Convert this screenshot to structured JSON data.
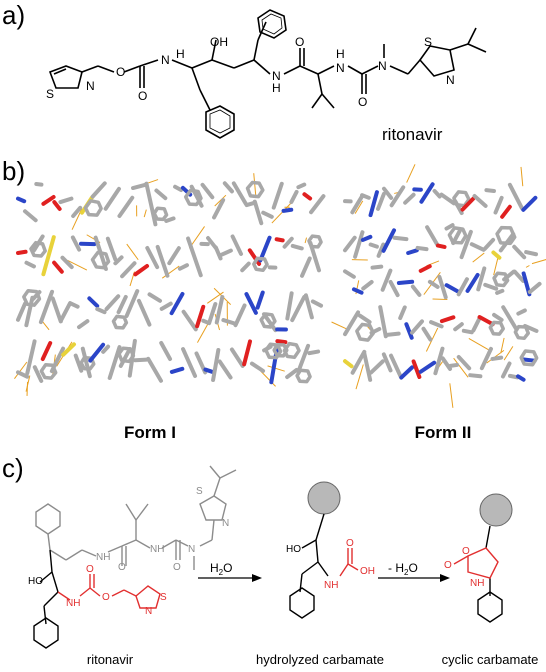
{
  "panels": {
    "a": "a)",
    "b": "b)",
    "c": "c)"
  },
  "panel_a": {
    "name": "ritonavir",
    "atoms": {
      "oh": "OH",
      "s1": "S",
      "n1": "N",
      "o1": "O",
      "o2": "O",
      "h1": "H",
      "n2": "N",
      "o3": "O",
      "h2": "H",
      "n3": "N",
      "o4": "O",
      "h3": "H",
      "n4": "N",
      "o5": "O",
      "n5": "N",
      "s2": "S",
      "n6": "N"
    }
  },
  "panel_b": {
    "form1": "Form I",
    "form2": "Form II"
  },
  "panel_c": {
    "labels": {
      "ritonavir": "ritonavir",
      "hydrolyzed": "hydrolyzed carbamate",
      "cyclic": "cyclic carbamate"
    },
    "arrows": {
      "first": "H2O",
      "second": "- H2O"
    },
    "atoms": {
      "ho": "HO",
      "nh": "NH",
      "n": "N",
      "h": "H",
      "o": "O",
      "s": "S",
      "hyd_ho": "HO",
      "hyd_nh": "NH",
      "hyd_oh": "OH",
      "hyd_o": "O",
      "cyc_o": "O",
      "cyc_o2": "O",
      "cyc_nh": "NH"
    }
  },
  "colors": {
    "carbon": "#a8a8a8",
    "nitrogen": "#2b45c8",
    "oxygen": "#e02020",
    "sulfur": "#e8d23a",
    "hbond": "#e8a020",
    "red_group": "#e23030",
    "grey_group": "#8c8c8c"
  }
}
